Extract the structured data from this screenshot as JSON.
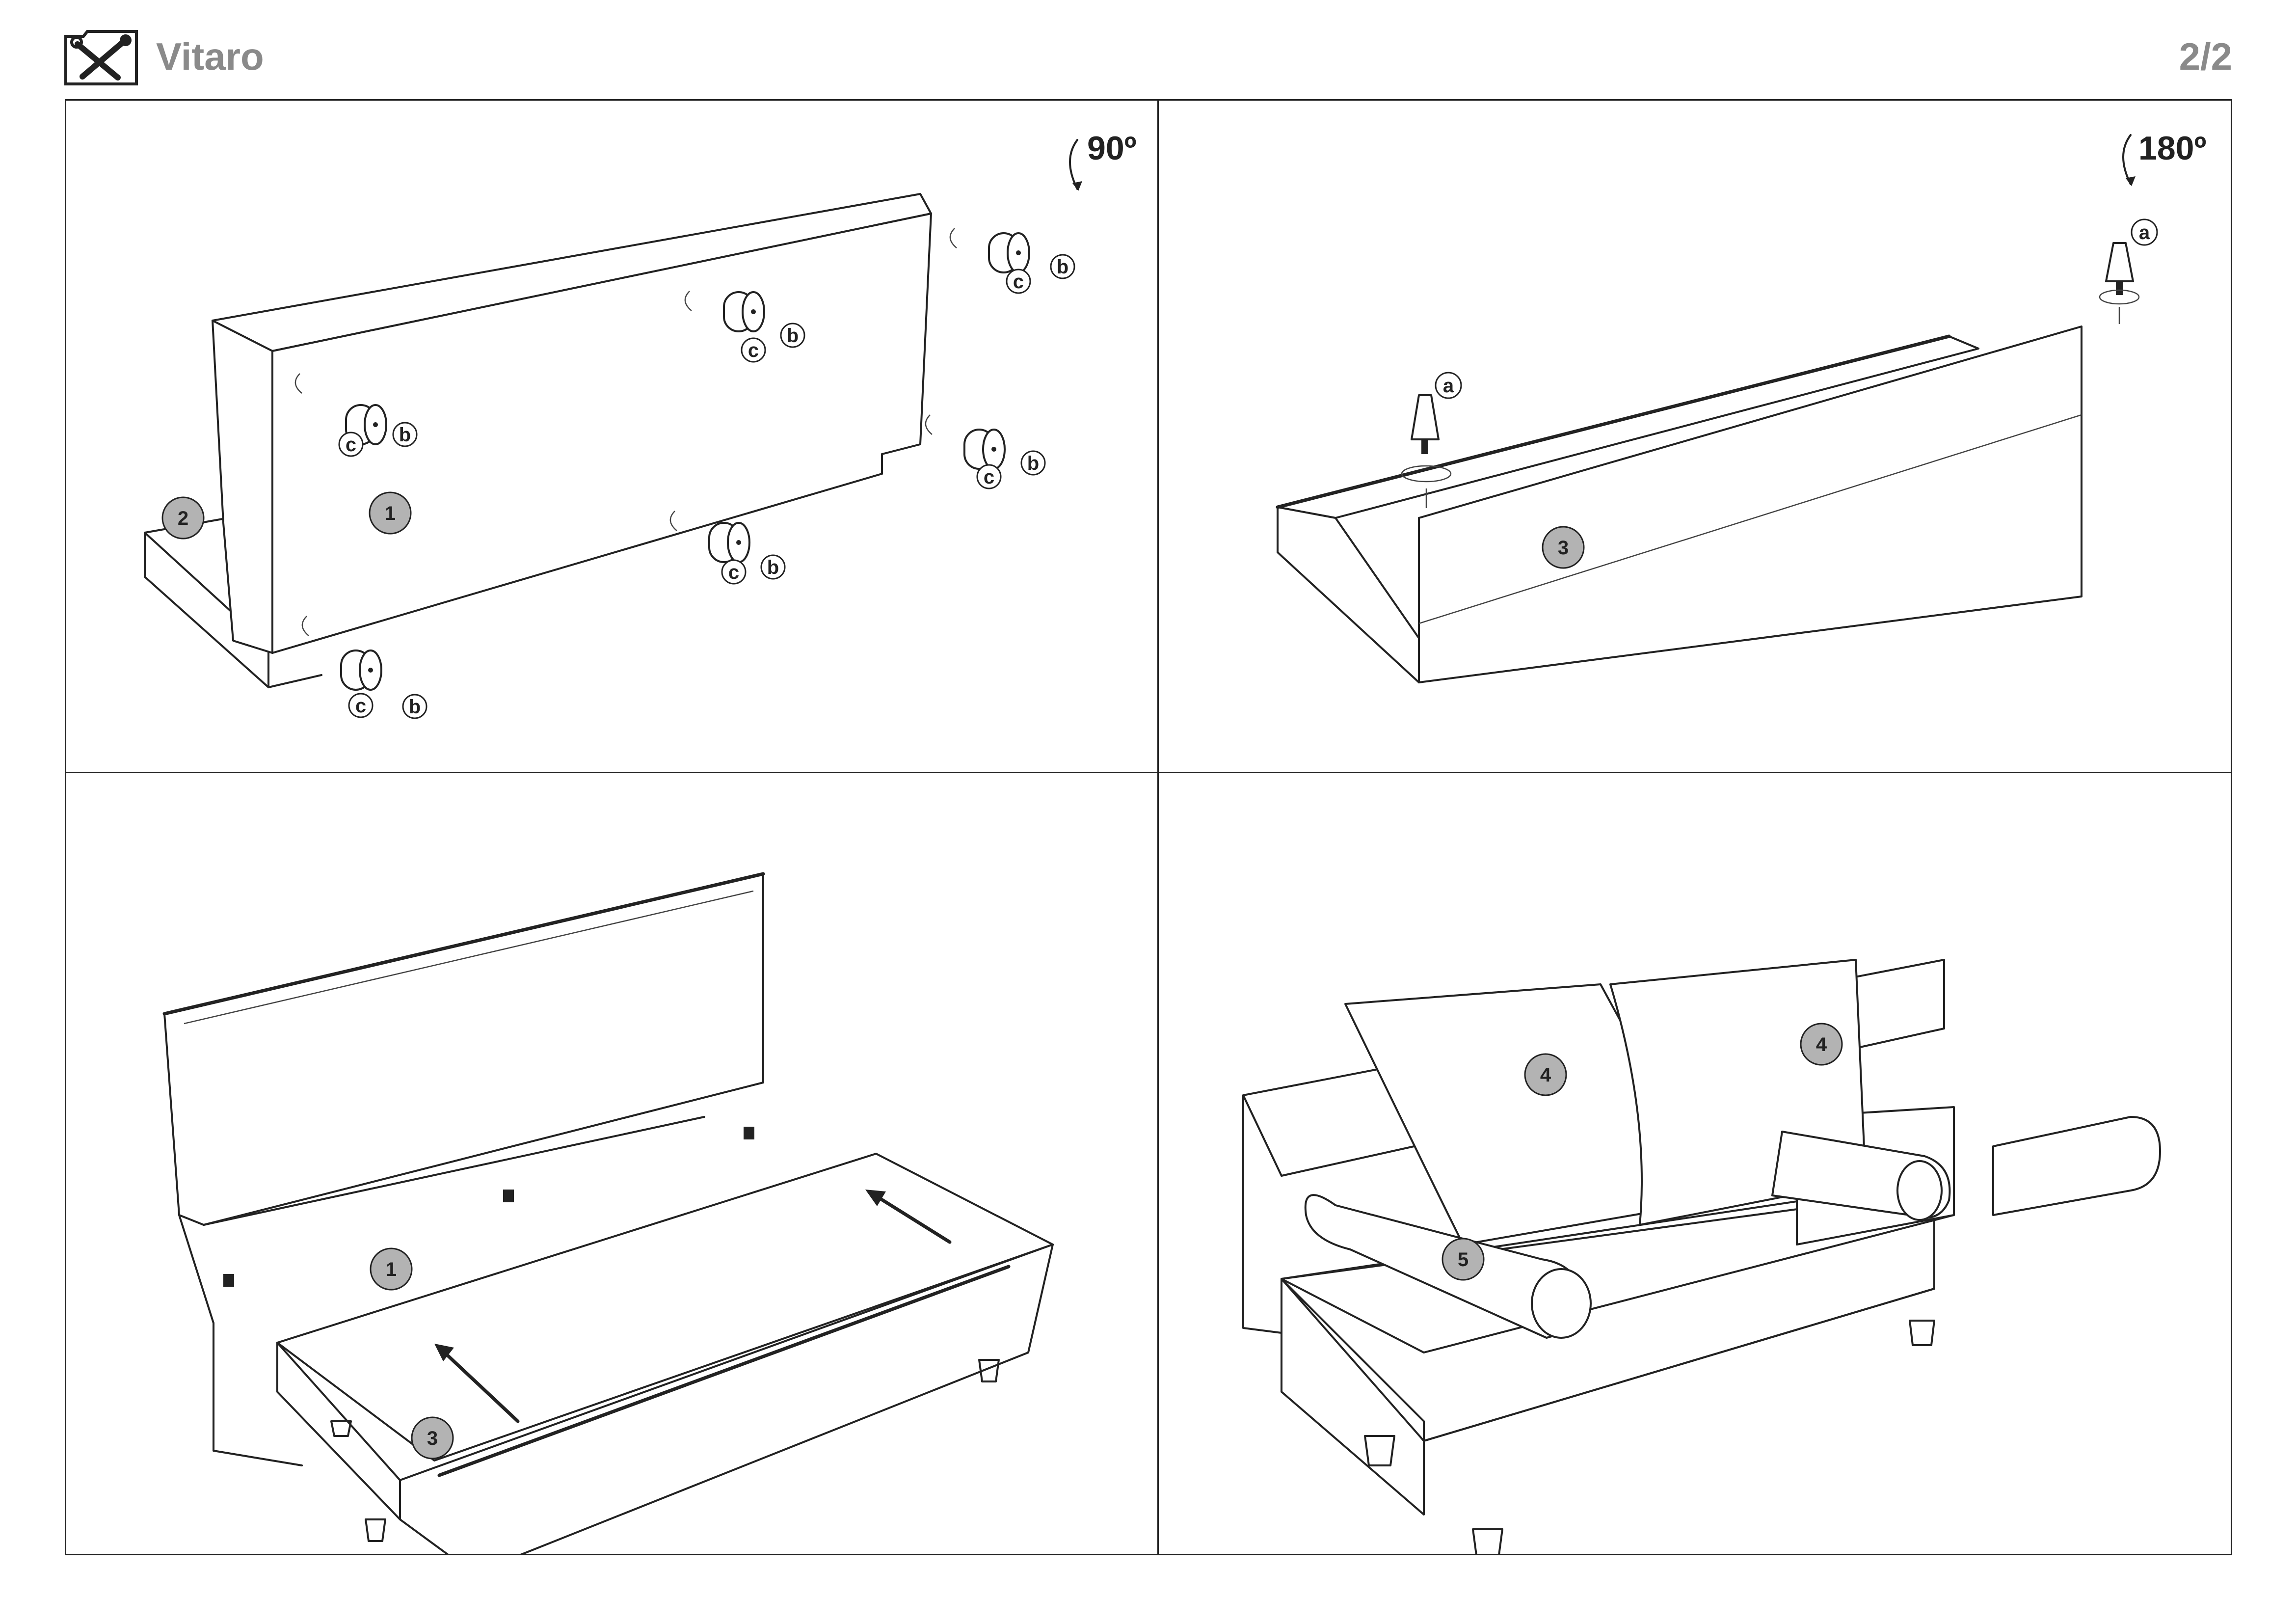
{
  "header": {
    "brand": "Vitaro",
    "page": "2/2"
  },
  "steps": [
    {
      "rotation": "90º",
      "parts": [
        "1",
        "2"
      ],
      "hardware": [
        "b",
        "c"
      ]
    },
    {
      "rotation": "180º",
      "parts": [
        "3"
      ],
      "hardware": [
        "a"
      ]
    },
    {
      "parts": [
        "1",
        "3"
      ]
    },
    {
      "parts": [
        "4",
        "5"
      ]
    }
  ],
  "colors": {
    "line": "#222222",
    "part_badge": "#b3b3b3",
    "title_gray": "#8a8a8a"
  }
}
